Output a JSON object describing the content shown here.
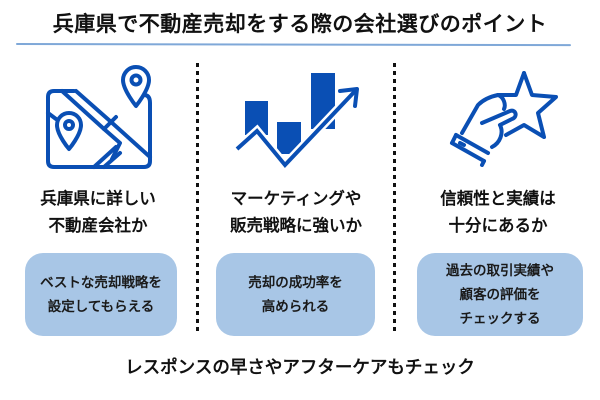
{
  "title": "兵庫県で不動産売却をする際の会社選びのポイント",
  "colors": {
    "accent_blue": "#0a4fb4",
    "box_fill": "#a8c6e6",
    "underline": "#7fa8d8",
    "text": "#111111"
  },
  "columns": [
    {
      "icon": "map-pin-icon",
      "heading": "兵庫県に詳しい\n不動産会社か",
      "box_text": "ベストな売却戦略を\n設定してもらえる"
    },
    {
      "icon": "growth-chart-icon",
      "heading": "マーケティングや\n販売戦略に強いか",
      "box_text": "売却の成功率を\n高められる"
    },
    {
      "icon": "hand-star-icon",
      "heading": "信頼性と実績は\n十分にあるか",
      "box_text": "過去の取引実績や\n顧客の評価を\nチェックする"
    }
  ],
  "footer": "レスポンスの早さやアフターケアもチェック"
}
